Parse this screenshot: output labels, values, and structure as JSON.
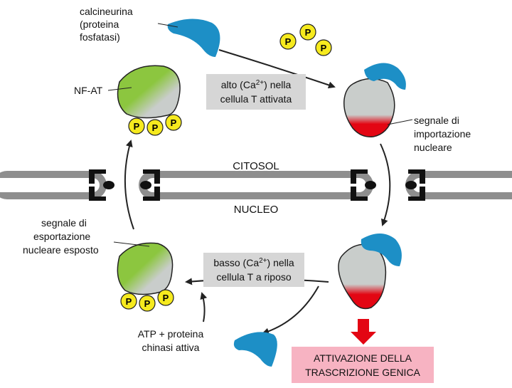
{
  "labels": {
    "calcineurin": [
      "calcineurina",
      "(proteina",
      "fosfatasi)"
    ],
    "nfat": "NF-AT",
    "high_box": {
      "line1_a": "alto (Ca",
      "line1_sup": "2+",
      "line1_b": ") nella",
      "line2": "cellula T attivata"
    },
    "low_box": {
      "line1_a": "basso (Ca",
      "line1_sup": "2+",
      "line1_b": ") nella",
      "line2": "cellula T a riposo"
    },
    "import_signal": [
      "segnale di",
      "importazione",
      "nucleare"
    ],
    "export_signal": [
      "segnale di",
      "esportazione",
      "nucleare esposto"
    ],
    "cytosol": "CITOSOL",
    "nucleus": "NUCLEO",
    "kinase": [
      "ATP + proteina",
      "chinasi attiva"
    ],
    "activation": [
      "ATTIVAZIONE DELLA",
      "TRASCRIZIONE GENICA"
    ],
    "phosphate": "P"
  },
  "colors": {
    "protein": "#c9cdcb",
    "calcineurin": "#1d8fc6",
    "phosphate": "#f6ea1e",
    "export_signal": "#8cc63f",
    "import_signal": "#e30613",
    "membrane": "#8e8e8e",
    "box_gray": "#d6d6d6",
    "box_pink": "#f7b3c2"
  }
}
